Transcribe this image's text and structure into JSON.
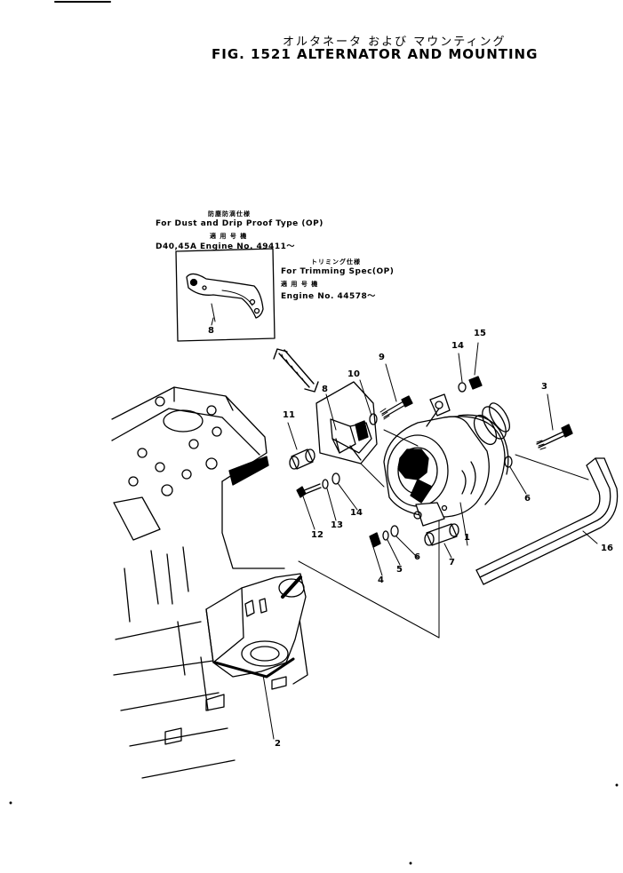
{
  "title": {
    "japanese": "オルタネータ および マウンティング",
    "english": "FIG. 1521  ALTERNATOR AND MOUNTING"
  },
  "notes": {
    "dust_proof": {
      "jp": "防塵防滴仕様",
      "en": "For Dust and Drip Proof Type (OP)",
      "applicable_jp": "適 用 号 機",
      "applicable": "D40,45A  Engine No. 49411～"
    },
    "trimming": {
      "jp": "トリミング仕様",
      "en": "For Trimming Spec(OP)",
      "applicable_jp": "適 用 号 機",
      "applicable": "Engine No. 44578～"
    }
  },
  "part_numbers": {
    "p1": "1",
    "p2": "2",
    "p3": "3",
    "p4": "4",
    "p5": "5",
    "p6a": "6",
    "p6b": "6",
    "p7": "7",
    "p8_inset": "8",
    "p8": "8",
    "p9": "9",
    "p10": "10",
    "p11": "11",
    "p12": "12",
    "p13": "13",
    "p14a": "14",
    "p14b": "14",
    "p15": "15",
    "p16": "16"
  }
}
